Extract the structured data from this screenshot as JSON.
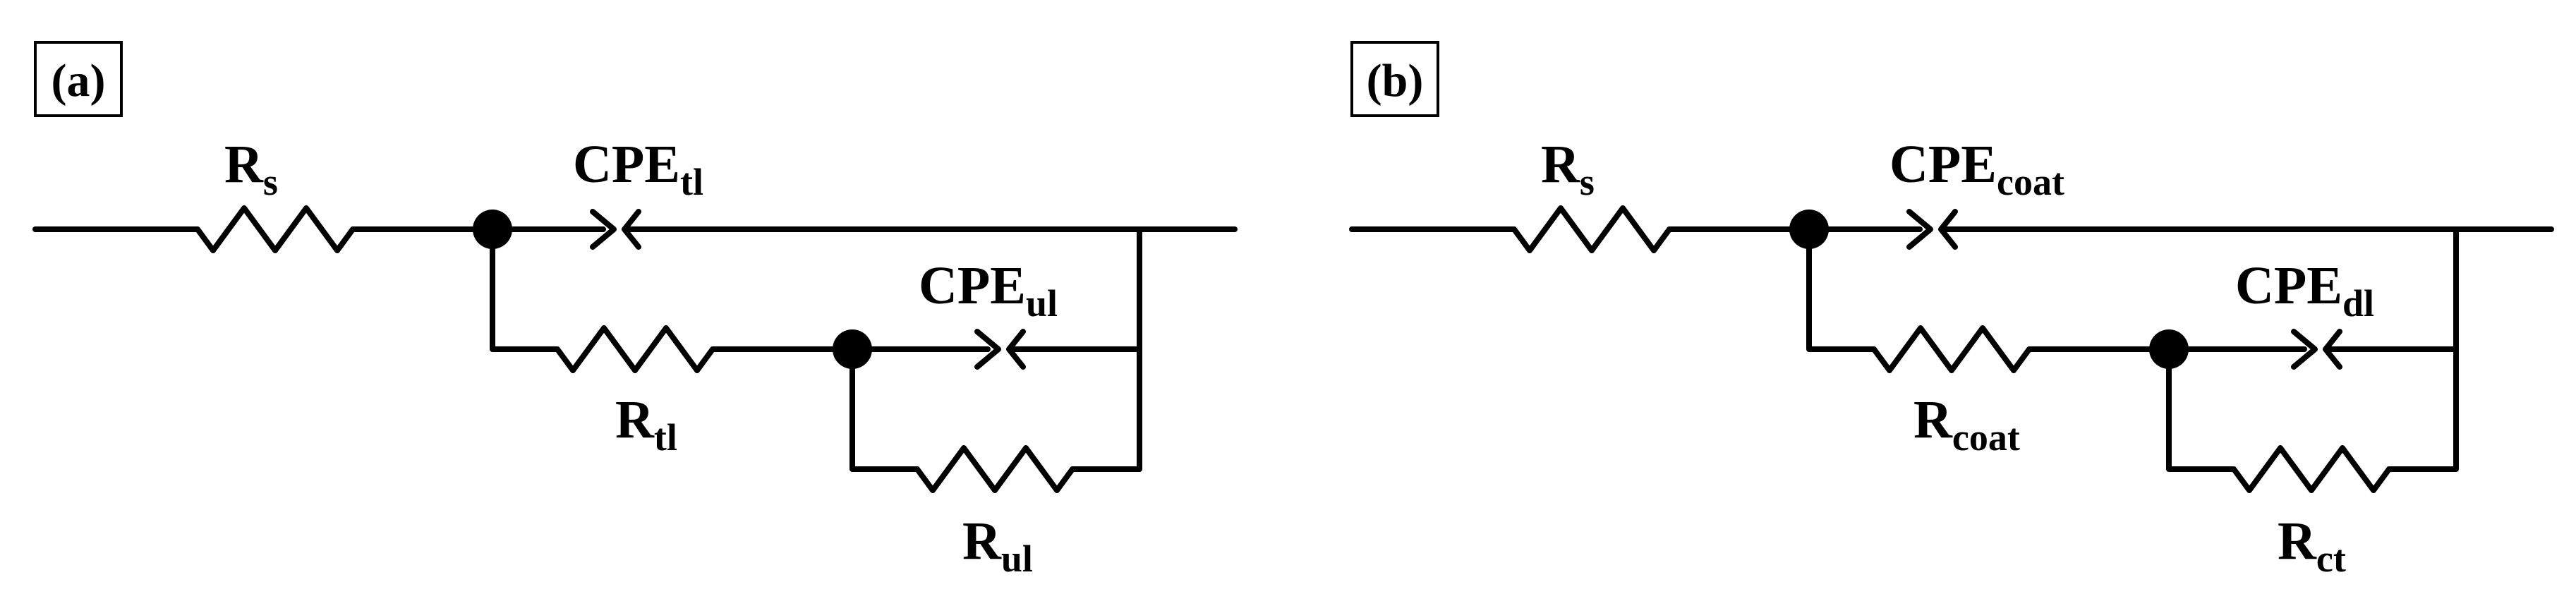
{
  "panels": [
    {
      "tag": "(a)",
      "labels": {
        "rs": {
          "main": "R",
          "sub": "s"
        },
        "cpe1": {
          "main": "CPE",
          "sub": "tl"
        },
        "cpe2": {
          "main": "CPE",
          "sub": "ul"
        },
        "r2": {
          "main": "R",
          "sub": "tl"
        },
        "r3": {
          "main": "R",
          "sub": "ul"
        }
      }
    },
    {
      "tag": "(b)",
      "labels": {
        "rs": {
          "main": "R",
          "sub": "s"
        },
        "cpe1": {
          "main": "CPE",
          "sub": "coat"
        },
        "cpe2": {
          "main": "CPE",
          "sub": "dl"
        },
        "r2": {
          "main": "R",
          "sub": "coat"
        },
        "r3": {
          "main": "R",
          "sub": "ct"
        }
      }
    }
  ]
}
